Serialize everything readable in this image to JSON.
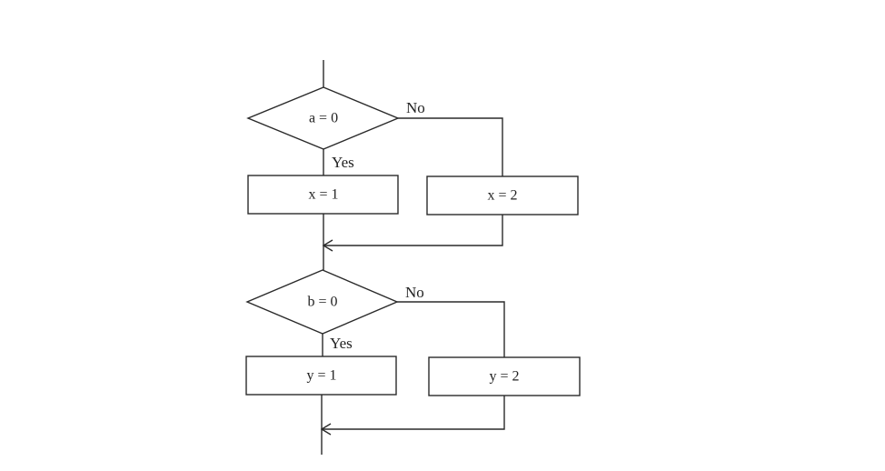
{
  "diagram": {
    "decision1": {
      "text": "a = 0",
      "yes_label": "Yes",
      "no_label": "No"
    },
    "process1_yes": {
      "text": "x = 1"
    },
    "process1_no": {
      "text": "x = 2"
    },
    "decision2": {
      "text": "b = 0",
      "yes_label": "Yes",
      "no_label": "No"
    },
    "process2_yes": {
      "text": "y = 1"
    },
    "process2_no": {
      "text": "y = 2"
    }
  }
}
